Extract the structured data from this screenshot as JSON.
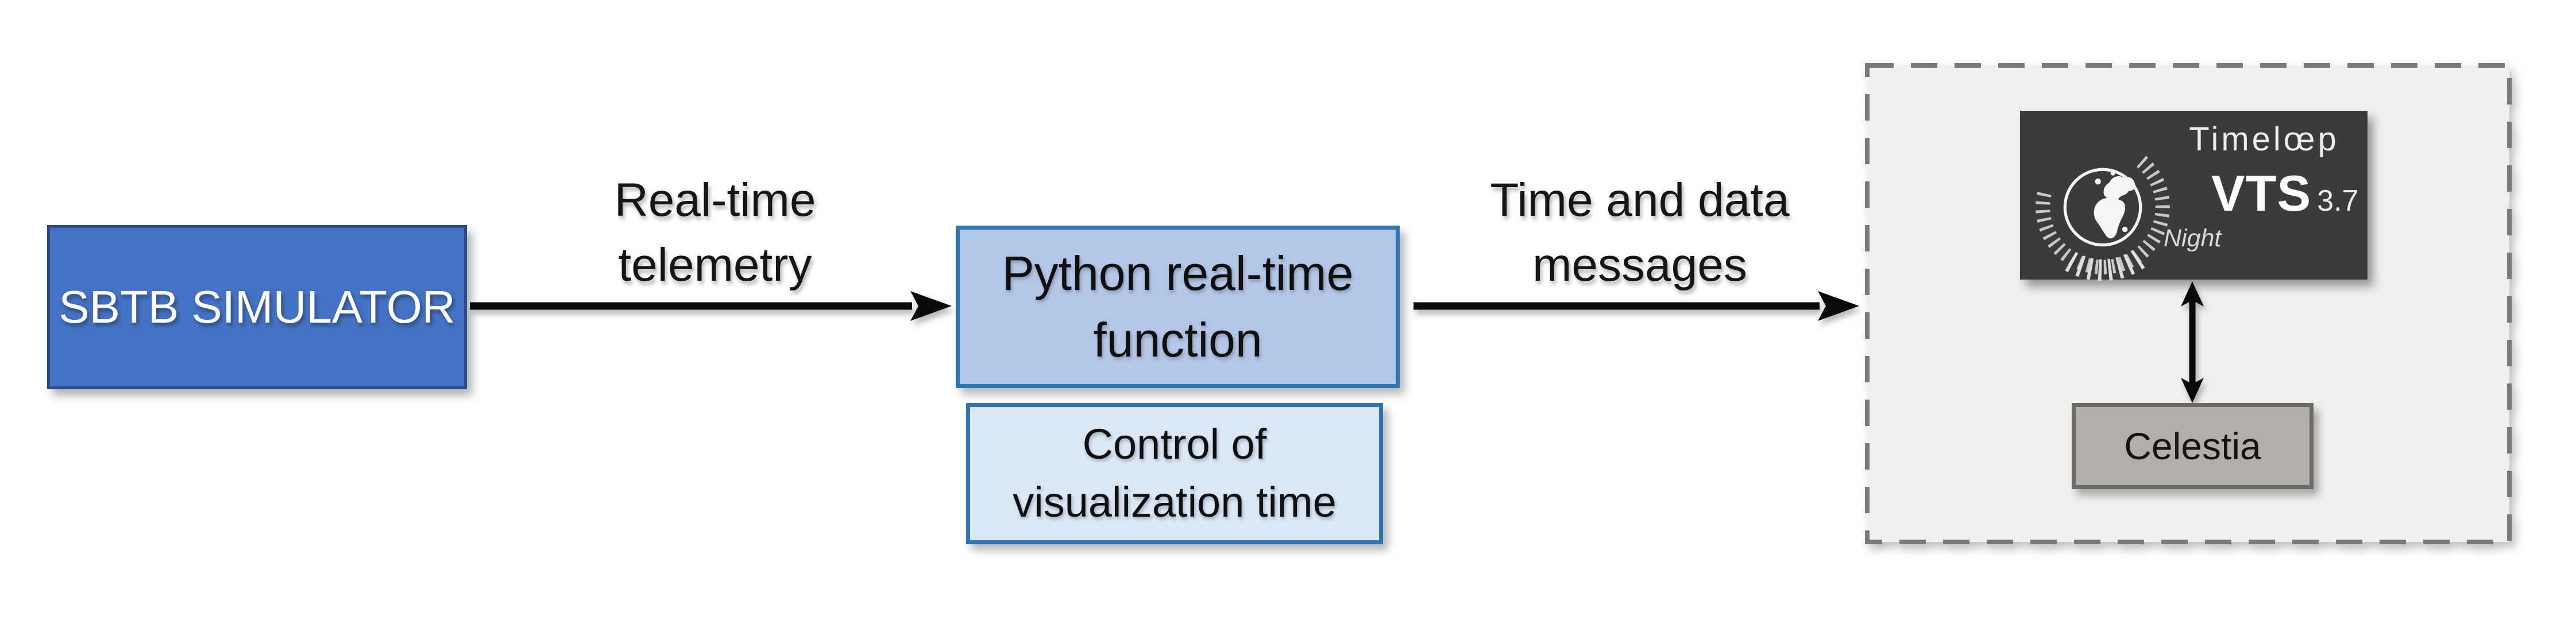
{
  "diagram": {
    "background": "#ffffff",
    "nodes": {
      "simulator": {
        "label": "SBTB SIMULATOR",
        "fill": "#4472c4",
        "border": "#2b4d84",
        "text_color": "#ffffff"
      },
      "python_function": {
        "label": "Python real-time\nfunction",
        "fill": "#b5c7e8",
        "border": "#2e75b6",
        "text_color": "#101010"
      },
      "control": {
        "label": "Control of\nvisualization time",
        "fill": "#dbe8f6",
        "border": "#2e75b6",
        "text_color": "#101010"
      },
      "celestia": {
        "label": "Celestia",
        "fill": "#b2aeab",
        "border": "#6e6a67",
        "text_color": "#141414"
      }
    },
    "connectors": {
      "telemetry": {
        "label": "Real-time\ntelemetry",
        "direction": "right",
        "color": "#0a0a0a"
      },
      "messages": {
        "label": "Time and data\nmessages",
        "direction": "right",
        "color": "#0a0a0a"
      },
      "vts_celestia": {
        "direction": "both",
        "color": "#0a0a0a"
      }
    },
    "vts_group": {
      "container_fill": "#f0f0ef",
      "container_dash_color": "#7a7a78",
      "logo": {
        "bg": "#3b3b3b",
        "product": "Timelœp",
        "name": "VTS",
        "version": "3.7",
        "edition": "Night",
        "text_color": "#ffffff",
        "icon": "globe-clock-icon"
      }
    }
  }
}
